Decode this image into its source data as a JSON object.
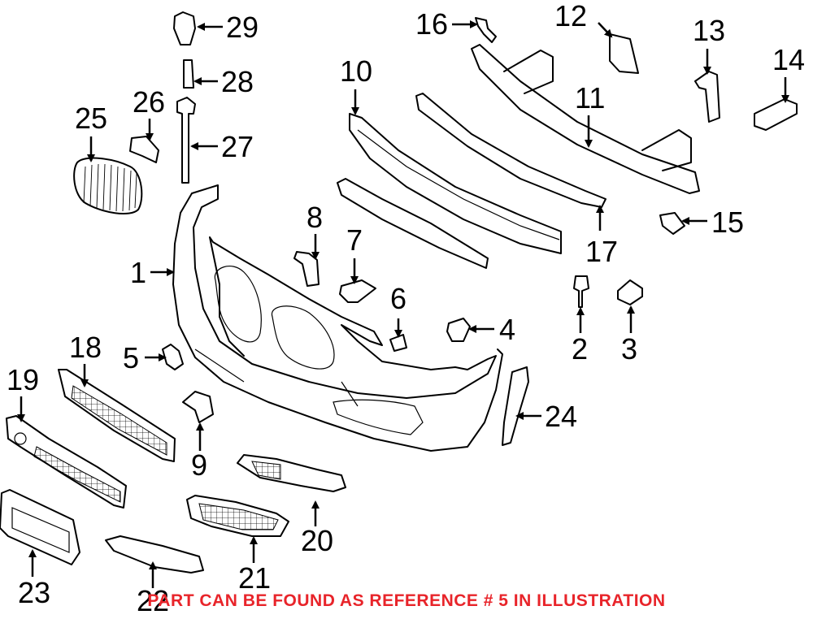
{
  "callouts": [
    {
      "id": "1",
      "text": "1"
    },
    {
      "id": "2",
      "text": "2"
    },
    {
      "id": "3",
      "text": "3"
    },
    {
      "id": "4",
      "text": "4"
    },
    {
      "id": "5",
      "text": "5"
    },
    {
      "id": "6",
      "text": "6"
    },
    {
      "id": "7",
      "text": "7"
    },
    {
      "id": "8",
      "text": "8"
    },
    {
      "id": "9",
      "text": "9"
    },
    {
      "id": "10",
      "text": "10"
    },
    {
      "id": "11",
      "text": "11"
    },
    {
      "id": "12",
      "text": "12"
    },
    {
      "id": "13",
      "text": "13"
    },
    {
      "id": "14",
      "text": "14"
    },
    {
      "id": "15",
      "text": "15"
    },
    {
      "id": "16",
      "text": "16"
    },
    {
      "id": "17",
      "text": "17"
    },
    {
      "id": "18",
      "text": "18"
    },
    {
      "id": "19",
      "text": "19"
    },
    {
      "id": "20",
      "text": "20"
    },
    {
      "id": "21",
      "text": "21"
    },
    {
      "id": "22",
      "text": "22"
    },
    {
      "id": "23",
      "text": "23"
    },
    {
      "id": "24",
      "text": "24"
    },
    {
      "id": "25",
      "text": "25"
    },
    {
      "id": "26",
      "text": "26"
    },
    {
      "id": "27",
      "text": "27"
    },
    {
      "id": "28",
      "text": "28"
    },
    {
      "id": "29",
      "text": "29"
    }
  ],
  "footer": {
    "note": "PART CAN BE FOUND AS REFERENCE # 5 IN ILLUSTRATION",
    "color": "#e8242a"
  }
}
